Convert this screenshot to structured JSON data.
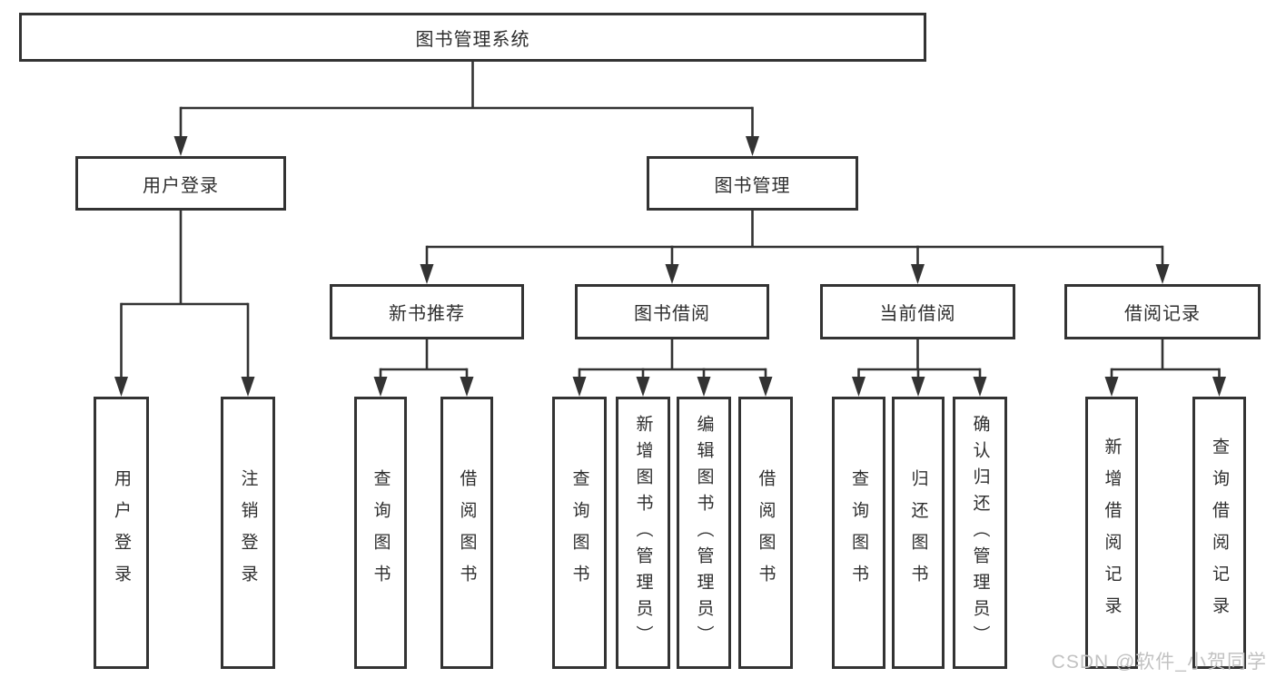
{
  "watermark": "CSDN @软件_小贺同学",
  "colors": {
    "line": "#333333",
    "border": "#333333",
    "watermark": "#c2c2c2"
  },
  "tree": {
    "id": "root",
    "label": "图书管理系统",
    "children": [
      {
        "id": "user-login",
        "label": "用户登录",
        "children": [
          {
            "id": "user-login-leaf",
            "label": "用户登录"
          },
          {
            "id": "logout-leaf",
            "label": "注销登录"
          }
        ]
      },
      {
        "id": "book-mgmt",
        "label": "图书管理",
        "children": [
          {
            "id": "new-book-rec",
            "label": "新书推荐",
            "children": [
              {
                "id": "nbr-query-books",
                "label": "查询图书"
              },
              {
                "id": "nbr-borrow-books",
                "label": "借阅图书"
              }
            ]
          },
          {
            "id": "book-borrow",
            "label": "图书借阅",
            "children": [
              {
                "id": "bb-query-books",
                "label": "查询图书"
              },
              {
                "id": "bb-add-books-admin",
                "label": "新增图书（管理员）"
              },
              {
                "id": "bb-edit-books-admin",
                "label": "编辑图书（管理员）"
              },
              {
                "id": "bb-borrow-books",
                "label": "借阅图书"
              }
            ]
          },
          {
            "id": "current-borrow",
            "label": "当前借阅",
            "children": [
              {
                "id": "cb-query-books",
                "label": "查询图书"
              },
              {
                "id": "cb-return-books",
                "label": "归还图书"
              },
              {
                "id": "cb-confirm-return-admin",
                "label": "确认归还（管理员）"
              }
            ]
          },
          {
            "id": "borrow-records",
            "label": "借阅记录",
            "children": [
              {
                "id": "br-add-record",
                "label": "新增借阅记录"
              },
              {
                "id": "br-query-record",
                "label": "查询借阅记录"
              }
            ]
          }
        ]
      }
    ]
  }
}
